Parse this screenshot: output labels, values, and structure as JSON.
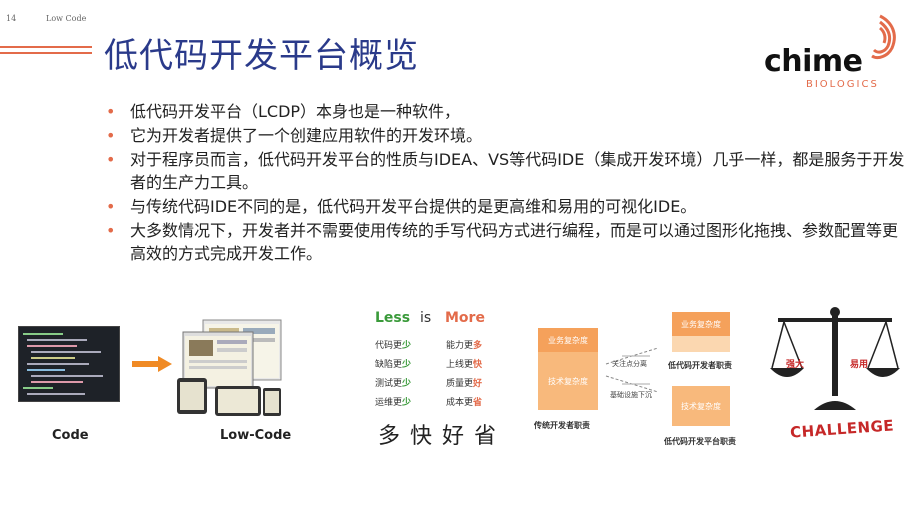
{
  "header": {
    "page_number": "14",
    "section": "Low Code",
    "title": "低代码开发平台概览"
  },
  "logo": {
    "word": "chime",
    "sub": "BIOLOGICS"
  },
  "bullets": [
    "低代码开发平台（LCDP）本身也是一种软件，",
    "它为开发者提供了一个创建应用软件的开发环境。",
    "对于程序员而言，低代码开发平台的性质与IDEA、VS等代码IDE（集成开发环境）几乎一样，都是服务于开发者的生产力工具。",
    "与传统代码IDE不同的是，低代码开发平台提供的是更高维和易用的可视化IDE。",
    "大多数情况下，开发者并不需要使用传统的手写代码方式进行编程，而是可以通过图形化拖拽、参数配置等更高效的方式完成开发工作。"
  ],
  "figures": {
    "code_label": "Code",
    "lowcode_label": "Low-Code",
    "less": "Less",
    "is": "is",
    "more": "More",
    "less_items": [
      {
        "pre": "代码更",
        "hl": "少"
      },
      {
        "pre": "缺陷更",
        "hl": "少"
      },
      {
        "pre": "测试更",
        "hl": "少"
      },
      {
        "pre": "运维更",
        "hl": "少"
      }
    ],
    "more_items": [
      {
        "pre": "能力更",
        "hl": "多"
      },
      {
        "pre": "上线更",
        "hl": "快"
      },
      {
        "pre": "质量更",
        "hl": "好"
      },
      {
        "pre": "成本更",
        "hl": "省"
      }
    ],
    "four_words": "多快好省",
    "diagram": {
      "business_complexity": "业务复杂度",
      "tech_complexity": "技术复杂度",
      "focus_up": "关注点分离",
      "infra_down": "基础设施下沉",
      "traditional": "传统开发者职责",
      "lowcode_dev": "低代码开发者职责",
      "platform": "低代码开发平台职责"
    },
    "scale_left": "强大",
    "scale_right": "易用",
    "challenge": "CHALLENGE"
  },
  "colors": {
    "accent": "#e36b4a",
    "title": "#2a3a8a",
    "box_dark": "#f5a15b",
    "box_light": "#f8b97c"
  }
}
